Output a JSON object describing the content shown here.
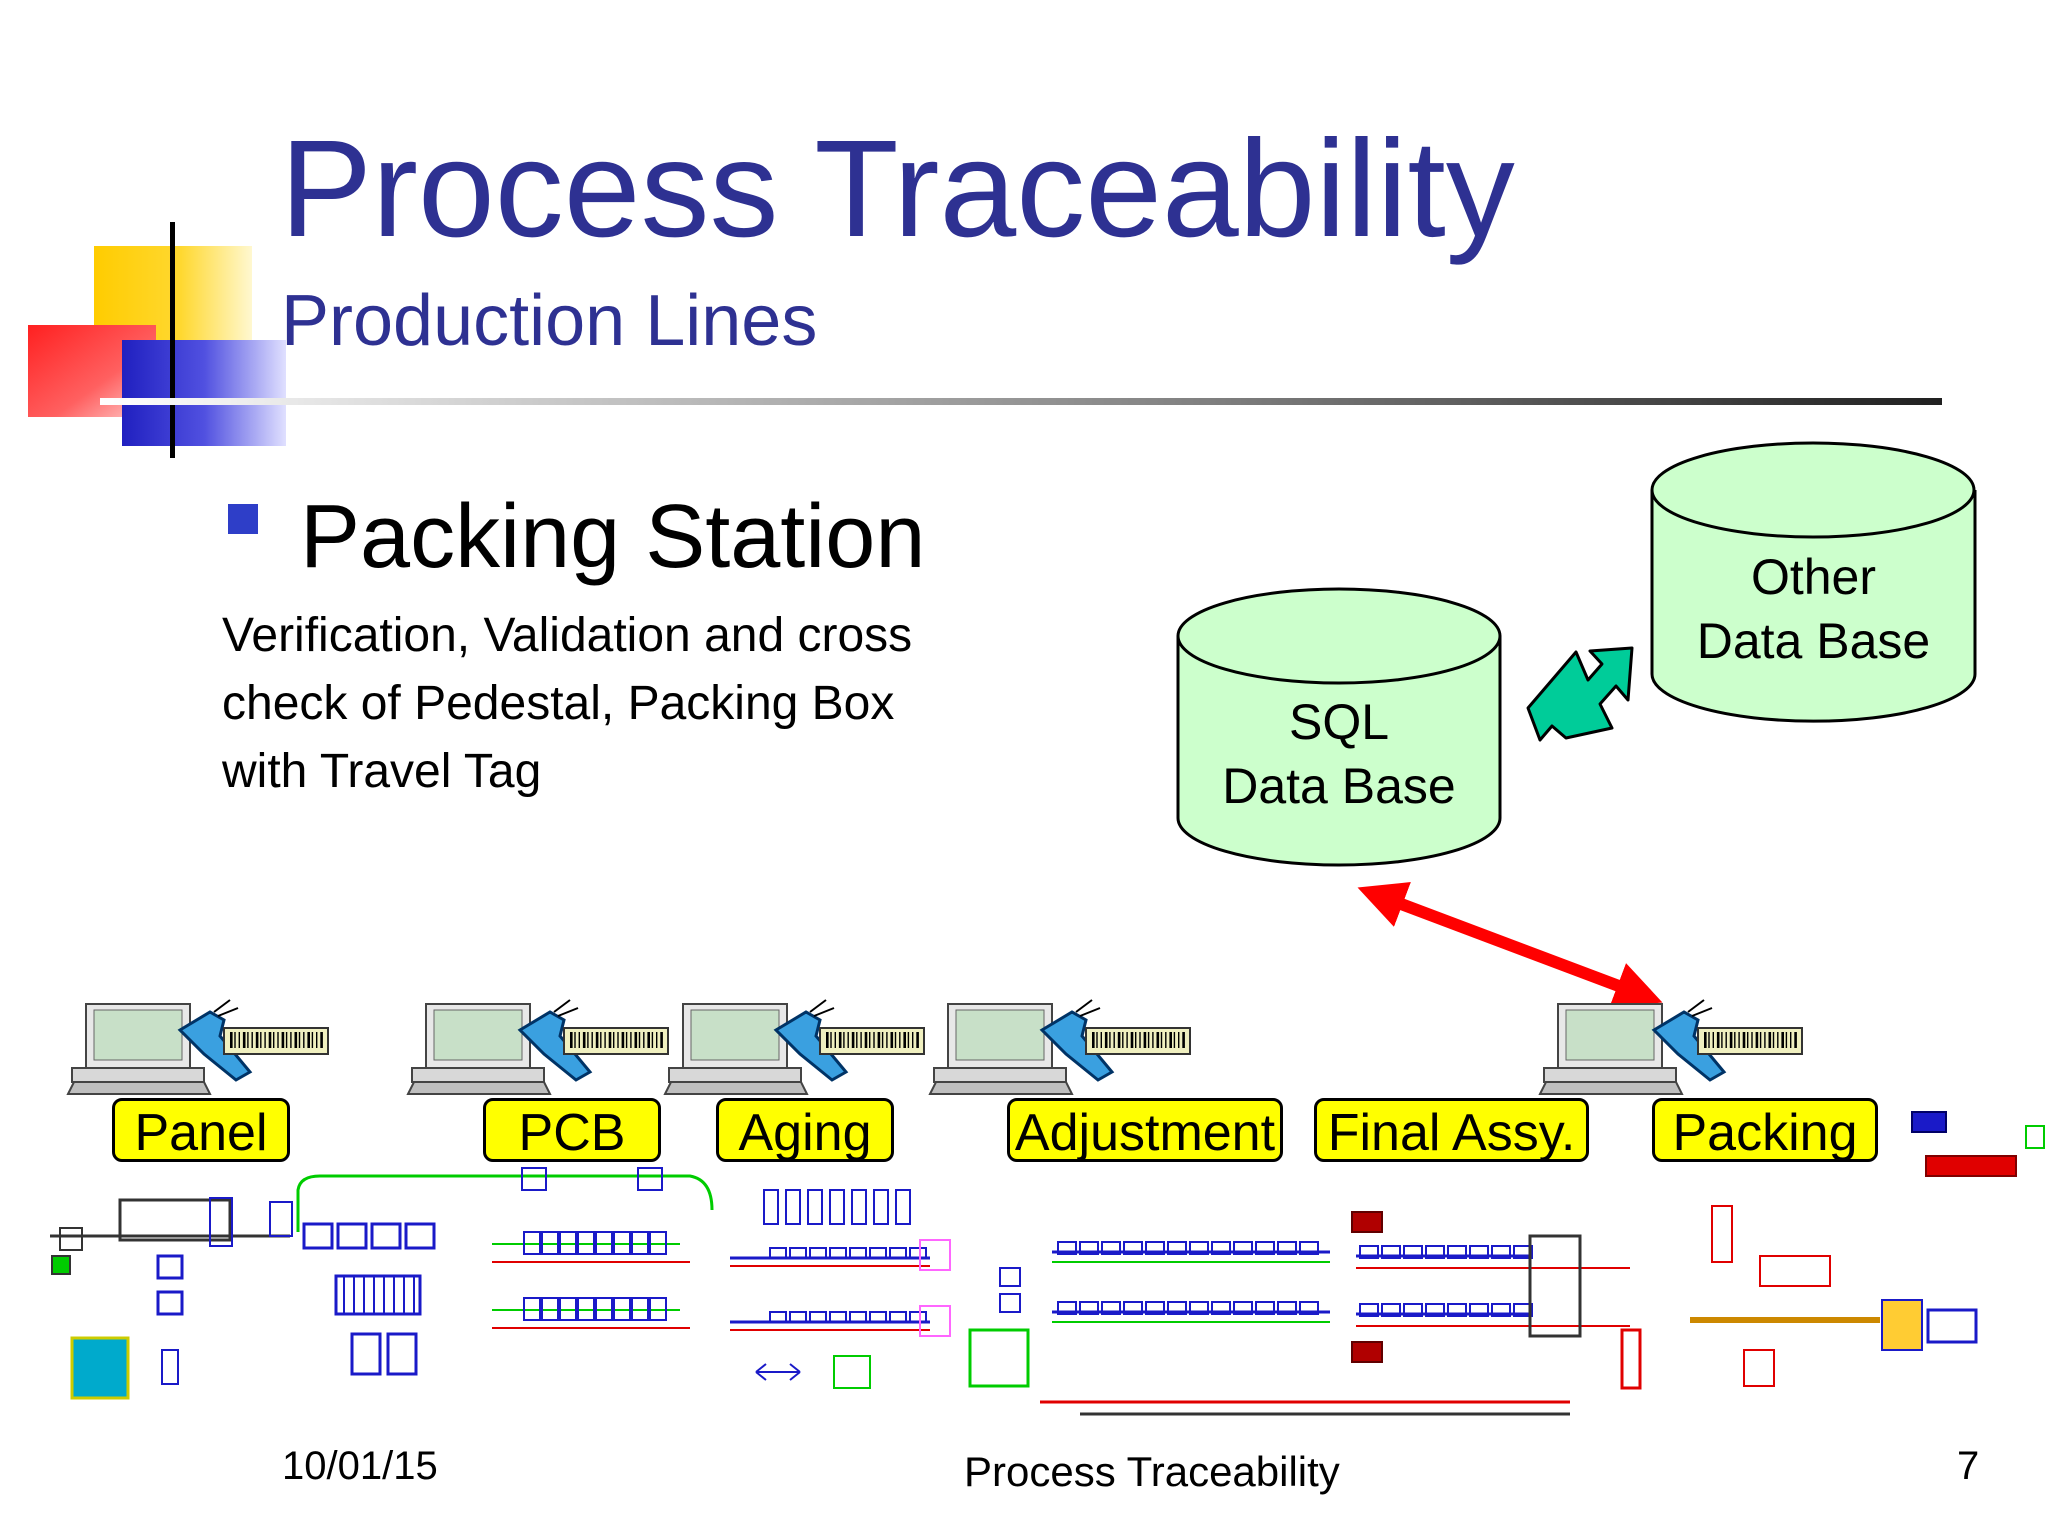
{
  "slide": {
    "title": "Process Traceability",
    "subtitle": "Production Lines",
    "bullet_heading": "Packing Station",
    "description_lines": [
      "Verification, Validation and cross",
      "check of Pedestal, Packing Box",
      "with Travel Tag"
    ]
  },
  "databases": {
    "sql": [
      "SQL",
      "Data Base"
    ],
    "other": [
      "Other",
      "Data Base"
    ]
  },
  "stations": [
    "Panel",
    "PCB",
    "Aging",
    "Adjustment",
    "Final Assy.",
    "Packing"
  ],
  "footer": {
    "date": "10/01/15",
    "title": "Process Traceability",
    "page": "7"
  },
  "colors": {
    "title": "#2e3192",
    "cylinder_fill": "#ccffcc",
    "station_fill": "#ffff00",
    "sync_arrow": "#00cc99",
    "link_arrow": "#ff0000",
    "bullet": "#2e3ec8"
  }
}
